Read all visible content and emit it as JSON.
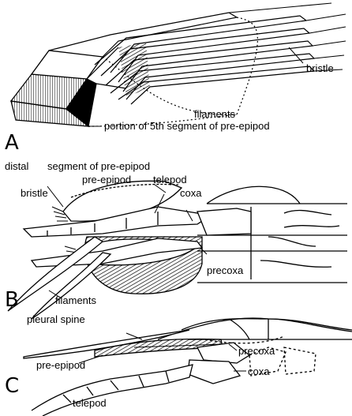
{
  "panels": {
    "a": "A",
    "b": "B",
    "c": "C"
  },
  "labels": {
    "a_bristle": "bristle",
    "a_filaments": "filaments",
    "a_portion": "portion of 5th segment of pre-epipod",
    "b_distal": "distal",
    "b_segment": "segment of pre-epipod",
    "b_pre_epipod": "pre-epipod",
    "b_telepod": "telepod",
    "b_coxa": "coxa",
    "b_bristle": "bristle",
    "b_precoxa": "precoxa",
    "b_filaments": "filaments",
    "c_pleural_spine": "pleural spine",
    "c_precoxa": "precoxa",
    "c_pre_epipod": "pre-epipod",
    "c_coxa": "coxa",
    "c_telepod": "telepod"
  },
  "ink_color": "#000000",
  "paper_color": "#ffffff"
}
